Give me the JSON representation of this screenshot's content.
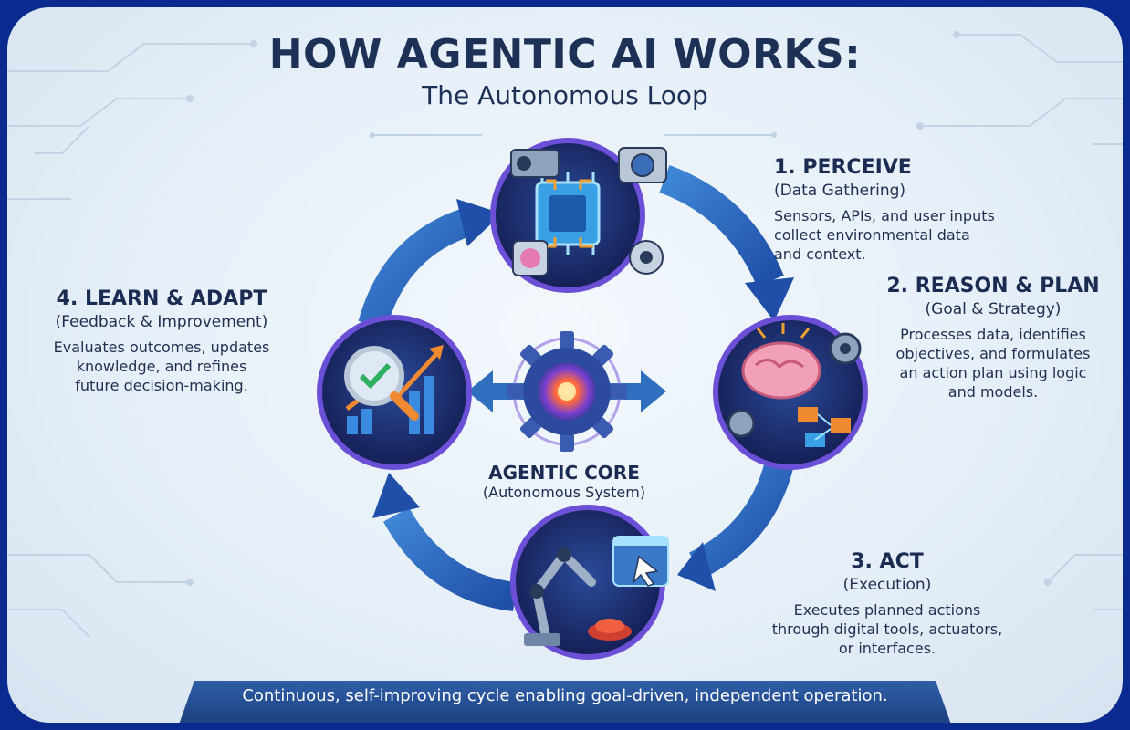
{
  "header": {
    "title": "HOW AGENTIC AI WORKS:",
    "subtitle": "The Autonomous Loop"
  },
  "stages": [
    {
      "title": "1. PERCEIVE",
      "subtitle": "(Data Gathering)",
      "description_lines": [
        "Sensors, APIs, and user inputs",
        "collect environmental data",
        "and context."
      ],
      "icon": "sensor-chip-icon"
    },
    {
      "title": "2. REASON & PLAN",
      "subtitle": "(Goal & Strategy)",
      "description_lines": [
        "Processes data, identifies",
        "objectives, and formulates",
        "an action plan using logic",
        "and models."
      ],
      "icon": "brain-gear-icon"
    },
    {
      "title": "3. ACT",
      "subtitle": "(Execution)",
      "description_lines": [
        "Executes planned actions",
        "through digital tools, actuators,",
        "or interfaces."
      ],
      "icon": "robot-arm-icon"
    },
    {
      "title": "4. LEARN & ADAPT",
      "subtitle": "(Feedback & Improvement)",
      "description_lines": [
        "Evaluates outcomes, updates",
        "knowledge, and refines",
        "future decision-making."
      ],
      "icon": "magnifier-chart-icon"
    }
  ],
  "core": {
    "title": "AGENTIC CORE",
    "subtitle": "(Autonomous System)",
    "icon": "core-gear-icon"
  },
  "footer": {
    "text": "Continuous, self-improving cycle enabling goal-driven, independent operation."
  },
  "colors": {
    "frame_border": "#0b2a8f",
    "arrow": "#2f6fbf",
    "node_ring": "#6b4fd6",
    "node_fill": "#1f2d6b",
    "banner": "#1f4a8f",
    "text": "#1d3157"
  }
}
